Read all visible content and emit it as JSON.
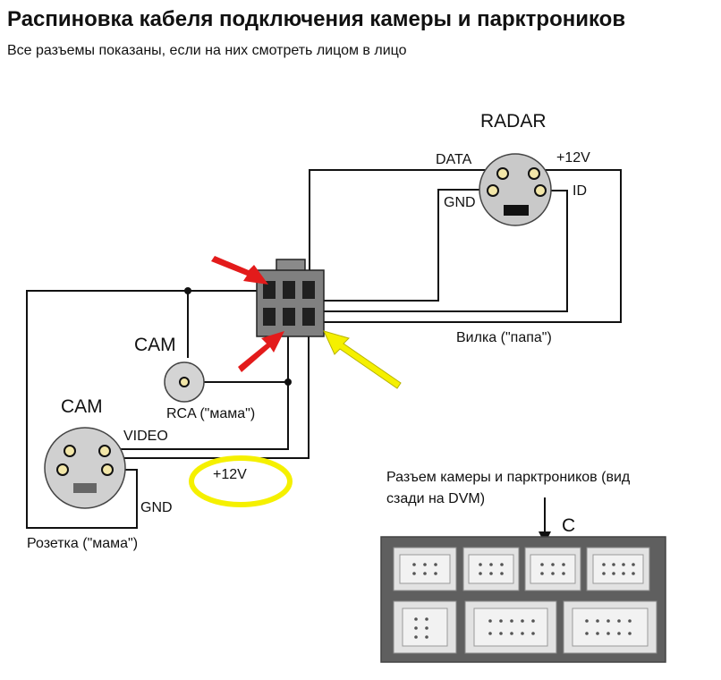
{
  "header": {
    "title": "Распиновка кабеля подключения камеры и парктроников",
    "subtitle": "Все разъемы показаны, если на них смотреть лицом в лицо"
  },
  "radar": {
    "title": "RADAR",
    "pins": {
      "data": "DATA",
      "power": "+12V",
      "gnd": "GND",
      "id": "ID"
    }
  },
  "plug": {
    "caption": "Вилка (\"папа\")"
  },
  "cam_rca": {
    "title": "CAM",
    "caption": "RCA (\"мама\")"
  },
  "cam_svideo": {
    "title": "CAM",
    "video_label": "VIDEO",
    "gnd_label": "GND",
    "caption": "Розетка (\"мама\")"
  },
  "power_note": "+12V",
  "dvm": {
    "caption_line1": "Разъем камеры и парктроников (вид",
    "caption_line2": "сзади на DVM)",
    "marker": "C"
  },
  "colors": {
    "wire": "#111111",
    "connector_gray": "#7f7f7f",
    "connector_dark": "#222222",
    "arrow_red": "#e31b1b",
    "highlight_yellow": "#f5f000",
    "dvm_panel": "#5f5f5f",
    "dvm_socket": "#e2e2e2"
  }
}
